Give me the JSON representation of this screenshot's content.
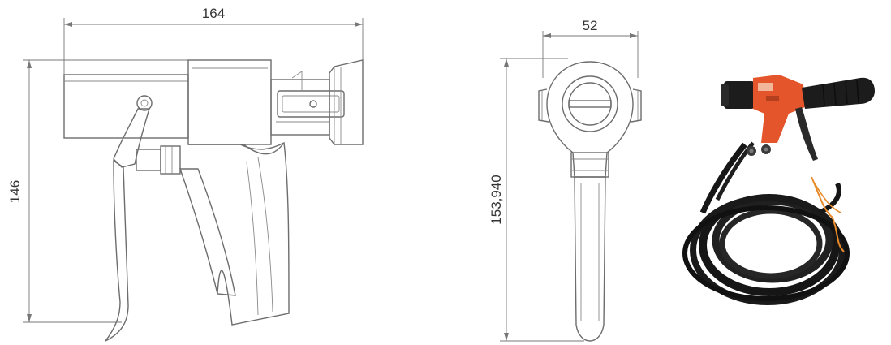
{
  "dimensions": {
    "side_width": "164",
    "side_height": "146",
    "front_width": "52",
    "front_height": "153,940"
  },
  "colors": {
    "line": "#6d6d6d",
    "handle_black": "#1c1c1c",
    "body_orange": "#e5552b",
    "cable_black": "#161616",
    "wire_orange": "#e88a2a"
  }
}
